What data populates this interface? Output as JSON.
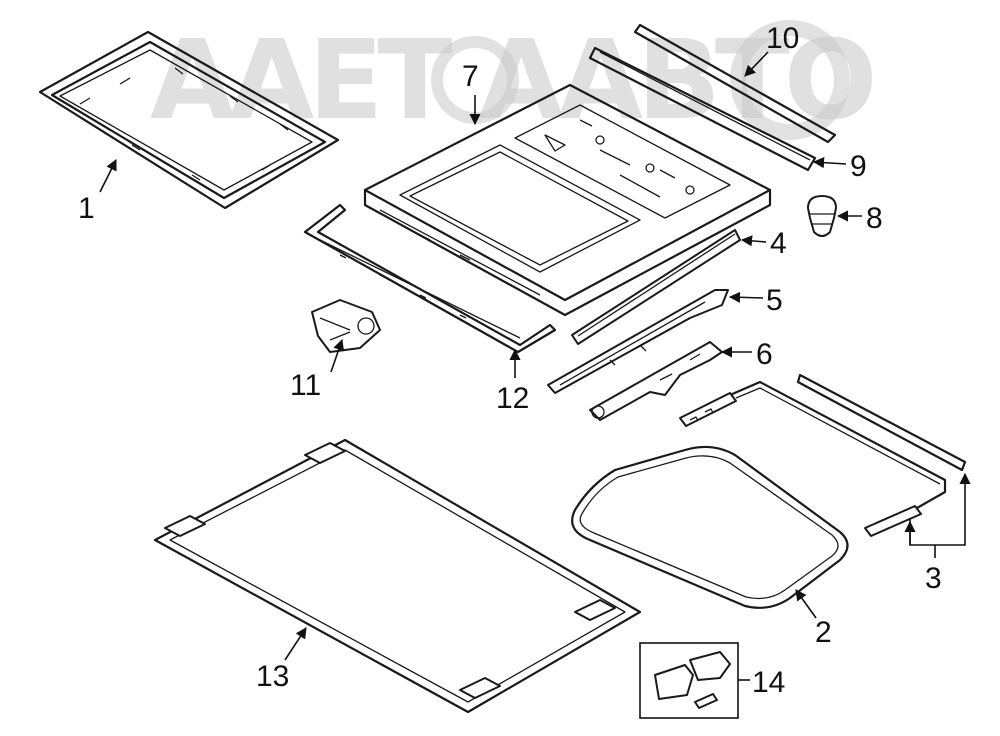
{
  "watermark": {
    "text": "AAET AABTO"
  },
  "callouts": [
    {
      "id": "1",
      "label": "1"
    },
    {
      "id": "2",
      "label": "2"
    },
    {
      "id": "3",
      "label": "3"
    },
    {
      "id": "4",
      "label": "4"
    },
    {
      "id": "5",
      "label": "5"
    },
    {
      "id": "6",
      "label": "6"
    },
    {
      "id": "7",
      "label": "7"
    },
    {
      "id": "8",
      "label": "8"
    },
    {
      "id": "9",
      "label": "9"
    },
    {
      "id": "10",
      "label": "10"
    },
    {
      "id": "11",
      "label": "11"
    },
    {
      "id": "12",
      "label": "12"
    },
    {
      "id": "13",
      "label": "13"
    },
    {
      "id": "14",
      "label": "14"
    }
  ],
  "colors": {
    "line": "#1a1a1a",
    "watermark": "#c8c8c8",
    "background": "#ffffff"
  }
}
